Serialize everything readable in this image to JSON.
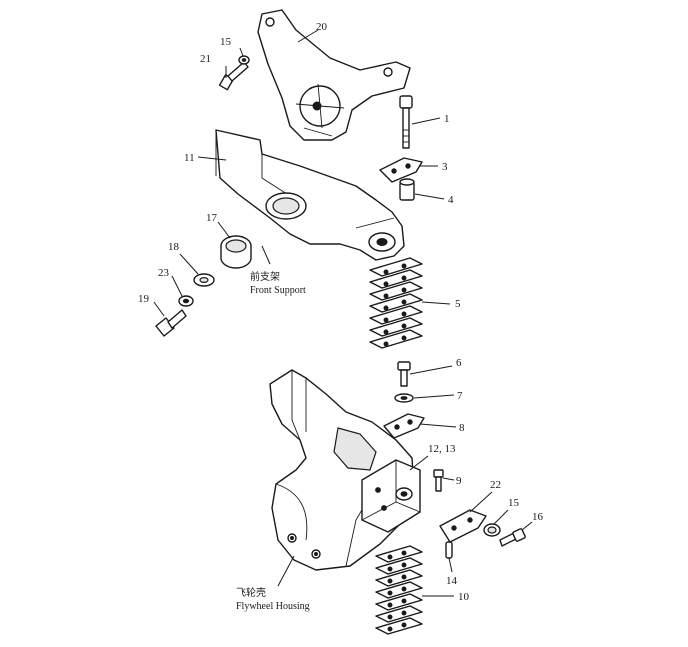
{
  "callouts": {
    "c1": "1",
    "c3": "3",
    "c4": "4",
    "c5": "5",
    "c6": "6",
    "c7": "7",
    "c8": "8",
    "c9": "9",
    "c10": "10",
    "c11": "11",
    "c12_13": "12, 13",
    "c14": "14",
    "c15a": "15",
    "c15b": "15",
    "c16": "16",
    "c17": "17",
    "c18": "18",
    "c19": "19",
    "c20": "20",
    "c21": "21",
    "c22": "22",
    "c23": "23"
  },
  "captions": {
    "front_support_cn": "前支架",
    "front_support_en": "Front Support",
    "flywheel_cn": "飞轮壳",
    "flywheel_en": "Flywheel Housing"
  }
}
